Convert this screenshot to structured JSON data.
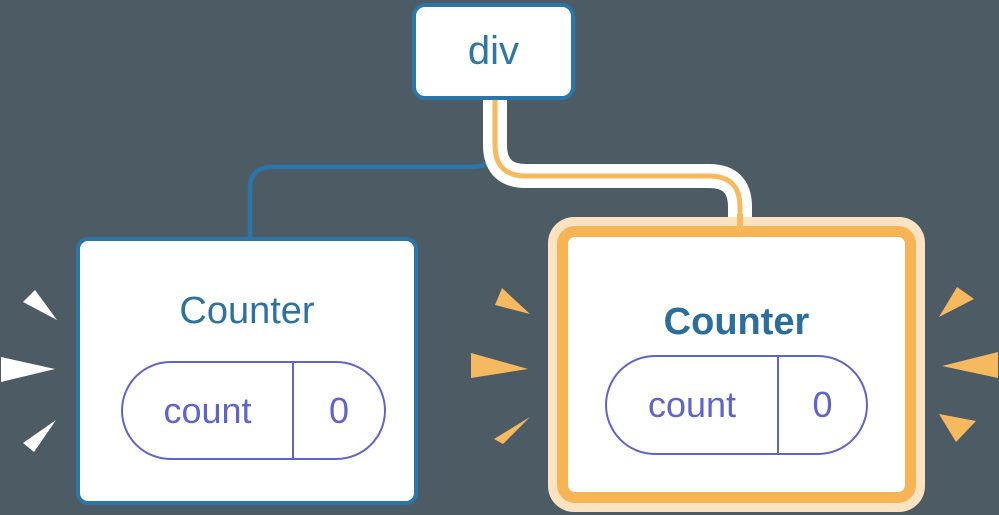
{
  "diagram": {
    "description": "React render tree: div parent with two Counter children; right Counter highlighted as newly mounted",
    "root": {
      "label": "div"
    },
    "left_counter": {
      "title": "Counter",
      "state": {
        "key": "count",
        "value": "0"
      },
      "highlighted": false
    },
    "right_counter": {
      "title": "Counter",
      "state": {
        "key": "count",
        "value": "0"
      },
      "highlighted": true
    },
    "colors": {
      "background": "#4c5b64",
      "node_border_blue": "#2b76a8",
      "title_teal": "#2d729e",
      "pill_indigo": "#5f64cb",
      "highlight_orange": "#f6b455",
      "highlight_halo": "#fbe3c2",
      "wire_orange": "#f7b95e",
      "sparkle_white": "#ffffff",
      "sparkle_orange": "#f7b95f"
    }
  }
}
